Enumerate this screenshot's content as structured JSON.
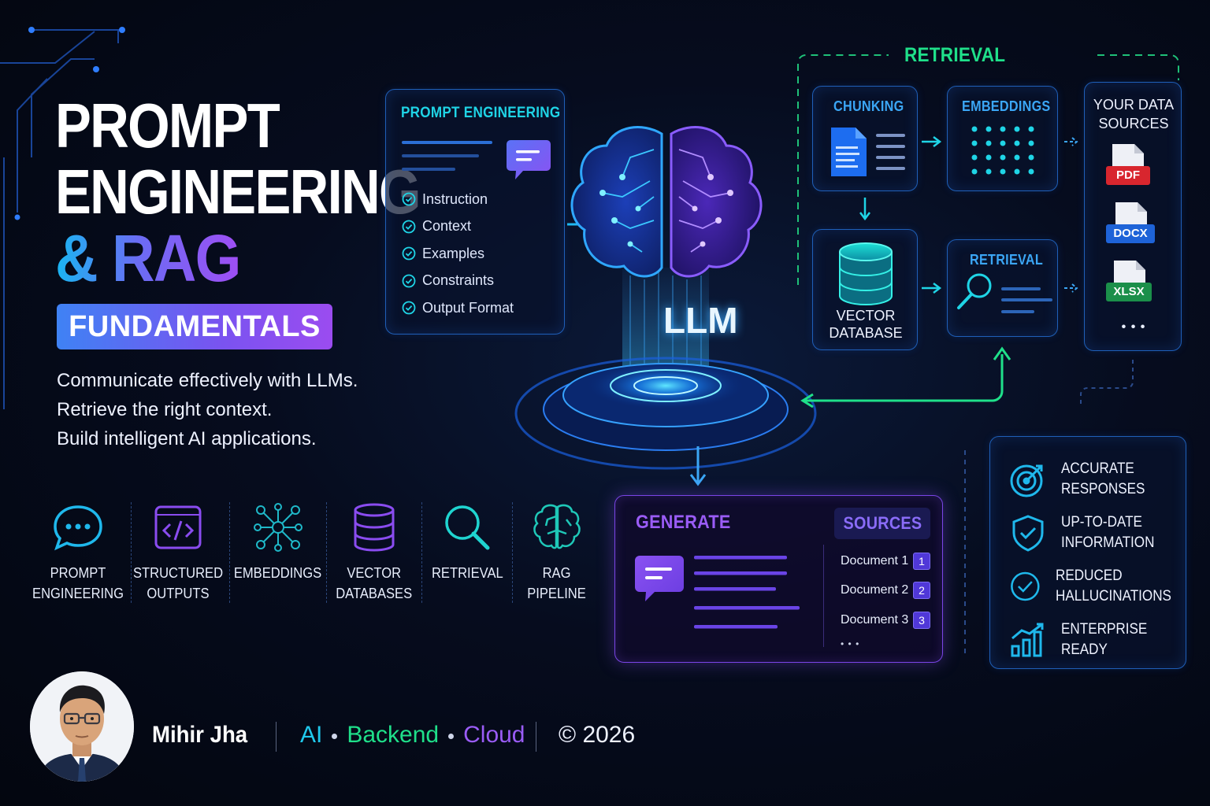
{
  "title": {
    "line1": "PROMPT",
    "line2": "ENGINEERING",
    "line3": "& RAG",
    "badge": "FUNDAMENTALS"
  },
  "tagline": [
    "Communicate effectively with LLMs.",
    "Retrieve the right context.",
    "Build intelligent AI applications."
  ],
  "prompt_card": {
    "title": "PROMPT ENGINEERING",
    "items": [
      "Instruction",
      "Context",
      "Examples",
      "Constraints",
      "Output Format"
    ]
  },
  "llm": {
    "label": "LLM"
  },
  "retrieval_group": {
    "title": "RETRIEVAL",
    "chunking": "CHUNKING",
    "embeddings": "EMBEDDINGS",
    "vector_db_line1": "VECTOR",
    "vector_db_line2": "DATABASE",
    "retrieval": "RETRIEVAL",
    "data_sources_line1": "YOUR DATA",
    "data_sources_line2": "SOURCES",
    "files": [
      "PDF",
      "DOCX",
      "XLSX"
    ],
    "more": "• • •"
  },
  "topics": [
    {
      "line1": "PROMPT",
      "line2": "ENGINEERING",
      "icon": "chat-bubble-icon"
    },
    {
      "line1": "STRUCTURED",
      "line2": "OUTPUTS",
      "icon": "code-icon"
    },
    {
      "line1": "EMBEDDINGS",
      "line2": "",
      "icon": "network-icon"
    },
    {
      "line1": "VECTOR",
      "line2": "DATABASES",
      "icon": "database-icon"
    },
    {
      "line1": "RETRIEVAL",
      "line2": "",
      "icon": "search-icon"
    },
    {
      "line1": "RAG",
      "line2": "PIPELINE",
      "icon": "brain-icon"
    }
  ],
  "generate_card": {
    "title": "GENERATE",
    "sources_title": "SOURCES",
    "documents": [
      {
        "name": "Document 1",
        "num": "1"
      },
      {
        "name": "Document 2",
        "num": "2"
      },
      {
        "name": "Document 3",
        "num": "3"
      }
    ],
    "more": "• • •"
  },
  "benefits": [
    {
      "line1": "ACCURATE",
      "line2": "RESPONSES",
      "icon": "target-icon"
    },
    {
      "line1": "UP-TO-DATE",
      "line2": "INFORMATION",
      "icon": "shield-check-icon"
    },
    {
      "line1": "REDUCED",
      "line2": "HALLUCINATIONS",
      "icon": "check-circle-icon"
    },
    {
      "line1": "ENTERPRISE",
      "line2": "READY",
      "icon": "growth-chart-icon"
    }
  ],
  "footer": {
    "name": "Mihir Jha",
    "tag1": "AI",
    "tag2": "Backend",
    "tag3": "Cloud",
    "copyright": "© 2026"
  },
  "colors": {
    "accent_cyan": "#1fd4e6",
    "accent_green": "#1fe08a",
    "accent_purple": "#9a5cf6",
    "accent_blue": "#3ba6f5"
  }
}
